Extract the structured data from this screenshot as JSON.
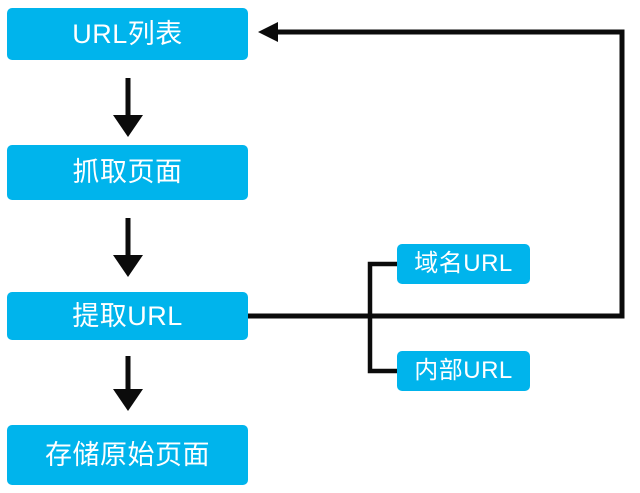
{
  "diagram": {
    "type": "flowchart",
    "title": "",
    "background_color": "#ffffff",
    "node_fill_color": "#00b4ec",
    "node_text_color": "#ffffff",
    "connector_color": "#0b0b0b",
    "nodes": [
      {
        "id": "url-list",
        "label": "URL列表",
        "column": "main",
        "order": 1
      },
      {
        "id": "fetch-page",
        "label": "抓取页面",
        "column": "main",
        "order": 2
      },
      {
        "id": "extract-url",
        "label": "提取URL",
        "column": "main",
        "order": 3
      },
      {
        "id": "store-page",
        "label": "存储原始页面",
        "column": "main",
        "order": 4
      },
      {
        "id": "domain-url",
        "label": "域名URL",
        "column": "side",
        "order": 1
      },
      {
        "id": "internal-url",
        "label": "内部URL",
        "column": "side",
        "order": 2
      }
    ],
    "edges": [
      {
        "from": "url-list",
        "to": "fetch-page",
        "style": "arrow",
        "direction": "down"
      },
      {
        "from": "fetch-page",
        "to": "extract-url",
        "style": "arrow",
        "direction": "down"
      },
      {
        "from": "extract-url",
        "to": "store-page",
        "style": "arrow",
        "direction": "down"
      },
      {
        "from": "extract-url",
        "to": "domain-url",
        "style": "line",
        "direction": "right-up"
      },
      {
        "from": "extract-url",
        "to": "internal-url",
        "style": "line",
        "direction": "right-down"
      },
      {
        "from": "domain-url",
        "to": "url-list",
        "style": "arrow",
        "direction": "feedback-loop"
      }
    ]
  }
}
